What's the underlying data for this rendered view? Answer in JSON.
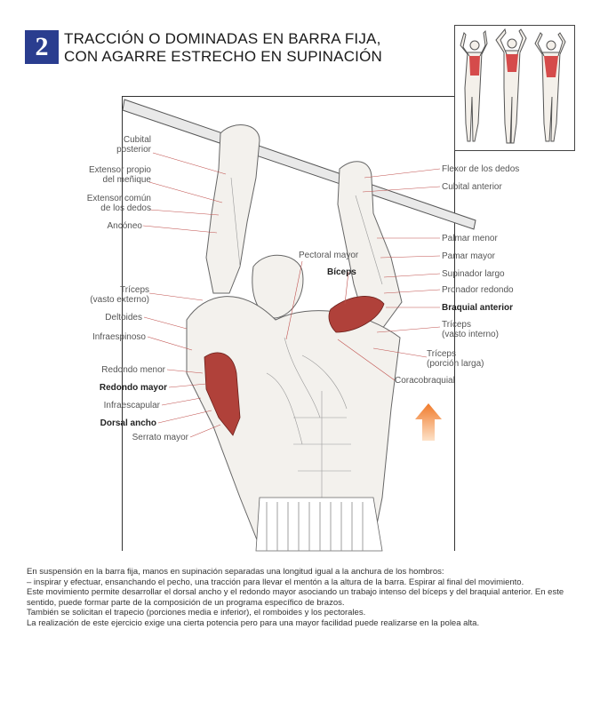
{
  "header": {
    "number": "2",
    "title_line1": "TRACCIÓN O DOMINADAS EN BARRA FIJA,",
    "title_line2": "CON AGARRE ESTRECHO EN SUPINACIÓN"
  },
  "labels": {
    "cubital_posterior": "Cubital\nposterior",
    "extensor_propio": "Extensor propio\ndel meñique",
    "extensor_comun": "Extensor común\nde los dedos",
    "anconeo": "Ancóneo",
    "triceps_externo": "Tríceps\n(vasto externo)",
    "deltoides": "Deltoides",
    "infraespinoso": "Infraespinoso",
    "redondo_menor": "Redondo menor",
    "redondo_mayor": "Redondo mayor",
    "infraescapular": "Infraescapular",
    "dorsal_ancho": "Dorsal ancho",
    "serrato_mayor": "Serrato mayor",
    "pectoral_mayor": "Pectoral mayor",
    "biceps": "Bíceps",
    "flexor_dedos": "Flexor de los dedos",
    "cubital_anterior": "Cubital anterior",
    "palmar_menor": "Palmar menor",
    "palmar_mayor": "Pamar mayor",
    "supinador_largo": "Supinador largo",
    "pronador_redondo": "Pronador redondo",
    "braquial_anterior": "Braquial anterior",
    "triceps_interno": "Tríceps\n(vasto interno)",
    "triceps_larga": "Tríceps\n(porción larga)",
    "coracobraquial": "Coracobraquial"
  },
  "caption": {
    "line1": "En suspensión en la barra fija, manos en supinación separadas una longitud igual a la anchura de los hombros:",
    "line2": "– inspirar y efectuar, ensanchando el pecho, una tracción para llevar el mentón a la altura de la barra. Espirar al final del movimiento.",
    "line3": "Este movimiento permite desarrollar el dorsal ancho y el redondo mayor asociando un trabajo intenso del bíceps y del braquial anterior. En este sentido, puede formar parte de la composición de un programa específico de brazos.",
    "line4": "También se solicitan el trapecio (porciones media e inferior), el romboides y los pectorales.",
    "line5": "La realización de este ejercicio exige una cierta potencia pero para una mayor facilidad puede realizarse en la polea alta."
  },
  "colors": {
    "badge": "#2a3d8f",
    "muscle_highlight": "#b0413a",
    "arrow": "#f07a2a",
    "leader_line": "#c0504d"
  }
}
